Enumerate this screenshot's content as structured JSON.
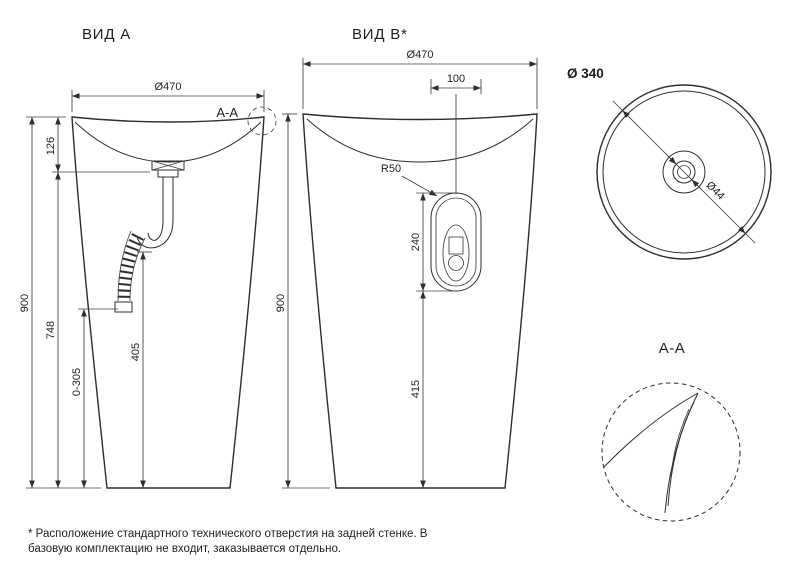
{
  "page": {
    "background": "#ffffff",
    "line_color": "#2d2d2d"
  },
  "view_a": {
    "title": "ВИД А",
    "section_ref": "A-A",
    "dim_diameter": "Ø470",
    "dim_rim_depth": "126",
    "dim_height": "900",
    "dim_drain_to_floor": "748",
    "dim_adjust_range": "0-305",
    "dim_siphon_height": "405"
  },
  "view_b": {
    "title": "ВИД В*",
    "dim_diameter": "Ø470",
    "dim_hole_width": "100",
    "dim_hole_radius": "R50",
    "dim_hole_height": "240",
    "dim_hole_to_floor": "415",
    "dim_height": "900"
  },
  "top_view": {
    "dim_outer_diameter": "Ø 340",
    "dim_drain_diameter": "Ø44"
  },
  "detail": {
    "title": "A-A"
  },
  "footnote": {
    "line1": "* Расположение стандартного технического отверстия на задней стенке. В",
    "line2": "базовую комплектацию не входит, заказывается отдельно."
  }
}
